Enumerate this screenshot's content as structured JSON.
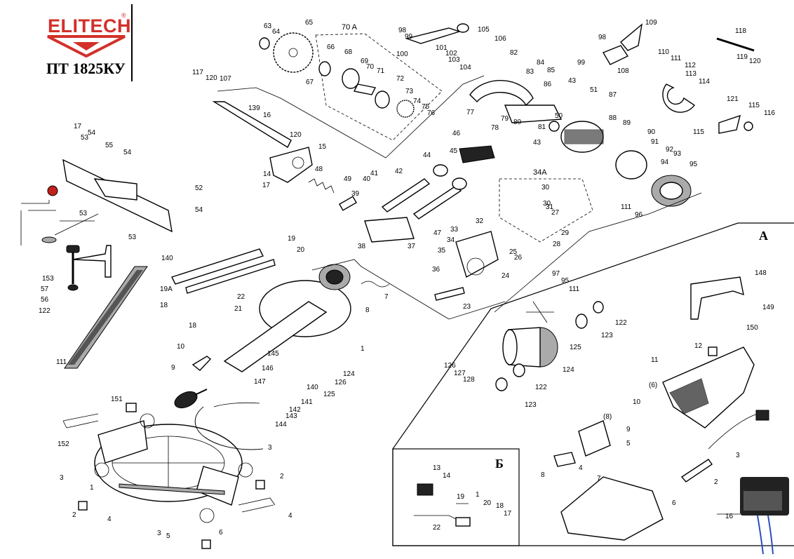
{
  "brand": {
    "name": "ELITECH",
    "mark": "®"
  },
  "model": "ПТ 1825КУ",
  "groups": {
    "g70a": "70 A",
    "g34a": "34A",
    "inset_a": "A",
    "inset_b": "Б"
  },
  "parts": [
    "63",
    "64",
    "65",
    "66",
    "67",
    "68",
    "69",
    "70",
    "71",
    "72",
    "73",
    "74",
    "75",
    "76",
    "98",
    "99",
    "100",
    "101",
    "102",
    "103",
    "104",
    "105",
    "106",
    "82",
    "83",
    "84",
    "85",
    "86",
    "77",
    "78",
    "79",
    "80",
    "81",
    "43",
    "109",
    "98",
    "99",
    "108",
    "110",
    "111",
    "112",
    "113",
    "114",
    "118",
    "119",
    "120",
    "121",
    "115",
    "115",
    "116",
    "117",
    "120",
    "107",
    "139",
    "16",
    "120",
    "15",
    "14",
    "17",
    "17",
    "54",
    "53",
    "55",
    "54",
    "53",
    "52",
    "54",
    "53",
    "153",
    "57",
    "56",
    "122",
    "111",
    "140",
    "19A",
    "18",
    "19",
    "20",
    "22",
    "21",
    "18",
    "10",
    "9",
    "151",
    "152",
    "3",
    "1",
    "2",
    "4",
    "3",
    "5",
    "6",
    "2",
    "4",
    "3",
    "1",
    "7",
    "8",
    "23",
    "24",
    "25",
    "26",
    "27",
    "28",
    "29",
    "30",
    "30",
    "31",
    "32",
    "33",
    "34",
    "35",
    "36",
    "37",
    "38",
    "39",
    "40",
    "41",
    "42",
    "44",
    "45",
    "46",
    "47",
    "48",
    "49",
    "43",
    "50",
    "51",
    "87",
    "88",
    "89",
    "90",
    "91",
    "92",
    "93",
    "94",
    "95",
    "111",
    "96",
    "97",
    "95",
    "111",
    "122",
    "123",
    "124",
    "125",
    "126",
    "127",
    "128",
    "122",
    "123",
    "124",
    "126",
    "125",
    "140",
    "141",
    "142",
    "143",
    "144",
    "145",
    "146",
    "147",
    "148",
    "149",
    "150",
    "12",
    "11",
    "(6)",
    "10",
    "(8)",
    "9",
    "5",
    "4",
    "8",
    "7",
    "3",
    "2",
    "6",
    "13",
    "14",
    "1",
    "20",
    "19",
    "18",
    "17",
    "22",
    "16",
    "15",
    "21",
    "23"
  ]
}
